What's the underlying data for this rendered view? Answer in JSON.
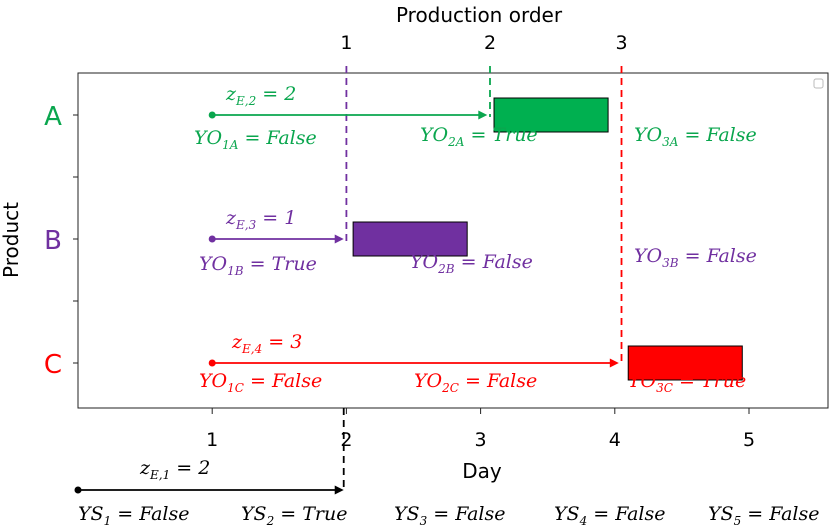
{
  "chart_data": {
    "type": "gantt",
    "top_axis": {
      "title": "Production order",
      "ticks": [
        {
          "label": "1",
          "day": 2.0
        },
        {
          "label": "2",
          "day": 3.07
        },
        {
          "label": "3",
          "day": 4.05
        }
      ]
    },
    "x_axis": {
      "title": "Day",
      "range": [
        0,
        5.6
      ],
      "ticks": [
        "1",
        "2",
        "3",
        "4",
        "5"
      ]
    },
    "y_axis": {
      "title": "Product",
      "categories": [
        "A",
        "B",
        "C"
      ]
    },
    "colors": {
      "A": "#0aa64e",
      "B": "#7030a0",
      "C": "#ff0000",
      "black": "#000000"
    },
    "bars": [
      {
        "product": "A",
        "start": 3.1,
        "end": 3.95,
        "color": "#00b050"
      },
      {
        "product": "B",
        "start": 2.05,
        "end": 2.9,
        "color": "#7030a0"
      },
      {
        "product": "C",
        "start": 4.1,
        "end": 4.95,
        "color": "#ff0000"
      }
    ],
    "arrows": [
      {
        "product": "A",
        "from": 1.0,
        "to": 3.05,
        "label": {
          "base": "z",
          "sub": "E,2",
          "rest": " = 2"
        }
      },
      {
        "product": "B",
        "from": 1.0,
        "to": 1.98,
        "label": {
          "base": "z",
          "sub": "E,3",
          "rest": " = 1"
        }
      },
      {
        "product": "C",
        "from": 1.0,
        "to": 4.03,
        "label": {
          "base": "z",
          "sub": "E,4",
          "rest": " = 3"
        }
      }
    ],
    "order_labels": {
      "A": [
        {
          "base": "YO",
          "sub": "1A",
          "rest": " = False"
        },
        {
          "base": "YO",
          "sub": "2A",
          "rest": " = True"
        },
        {
          "base": "YO",
          "sub": "3A",
          "rest": " = False"
        }
      ],
      "B": [
        {
          "base": "YO",
          "sub": "1B",
          "rest": " = True"
        },
        {
          "base": "YO",
          "sub": "2B",
          "rest": " = False"
        },
        {
          "base": "YO",
          "sub": "3B",
          "rest": " = False"
        }
      ],
      "C": [
        {
          "base": "YO",
          "sub": "1C",
          "rest": " = False"
        },
        {
          "base": "YO",
          "sub": "2C",
          "rest": " = False"
        },
        {
          "base": "YO",
          "sub": "3C",
          "rest": " = True"
        }
      ]
    },
    "bottom_arrow": {
      "from": 0.0,
      "to": 1.98,
      "label": {
        "base": "z",
        "sub": "E,1",
        "rest": " = 2"
      }
    },
    "shift_labels": [
      {
        "base": "YS",
        "sub": "1",
        "rest": " = False"
      },
      {
        "base": "YS",
        "sub": "2",
        "rest": " = True"
      },
      {
        "base": "YS",
        "sub": "3",
        "rest": " = False"
      },
      {
        "base": "YS",
        "sub": "4",
        "rest": " = False"
      },
      {
        "base": "YS",
        "sub": "5",
        "rest": " = False"
      }
    ]
  }
}
